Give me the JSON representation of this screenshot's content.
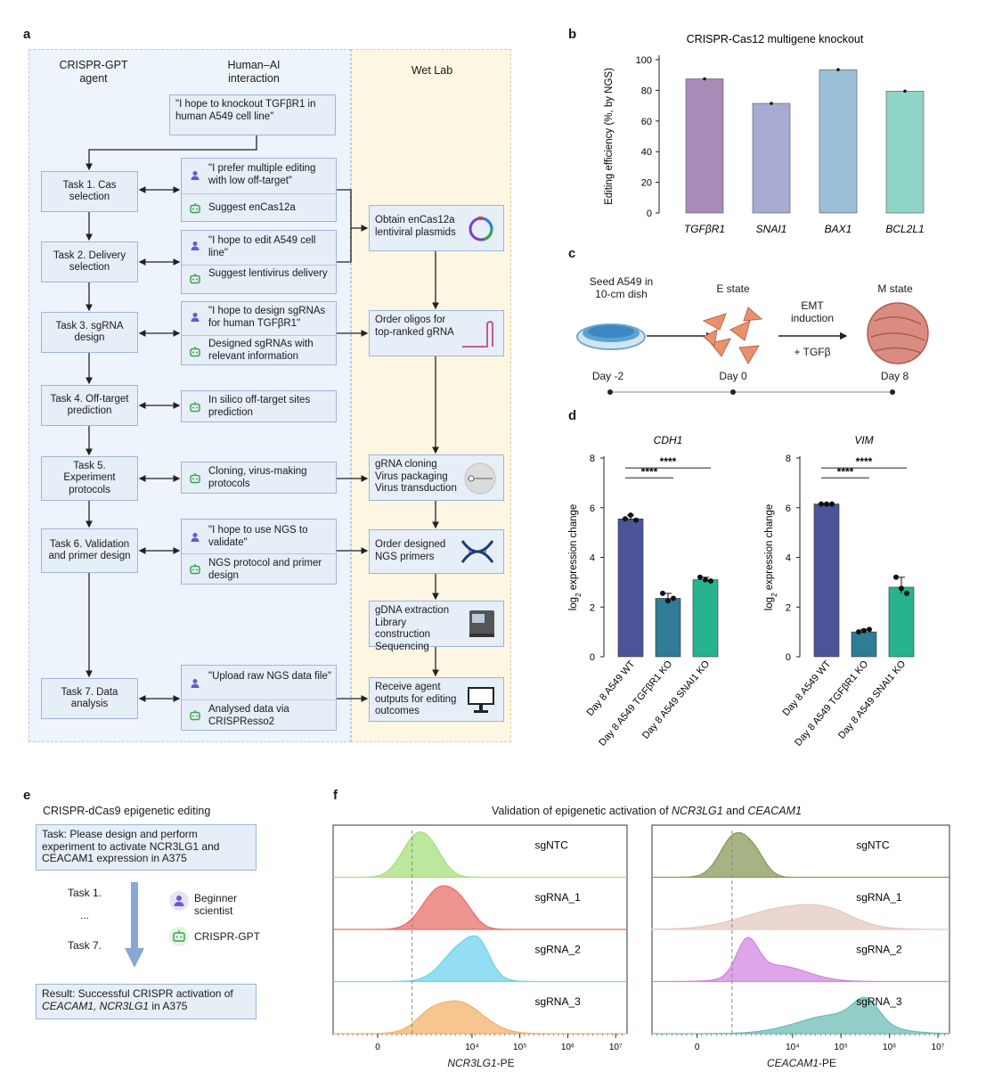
{
  "panels": {
    "a": "a",
    "b": "b",
    "c": "c",
    "d": "d",
    "e": "e",
    "f": "f"
  },
  "panel_a": {
    "col_agent": "CRISPR-GPT agent",
    "col_human": "Human–AI interaction",
    "col_wetlab": "Wet Lab",
    "request": "\"I hope to knockout TGFβR1 in human A549 cell line\"",
    "tasks": [
      {
        "label": "Task 1. Cas selection"
      },
      {
        "label": "Task 2. Delivery selection"
      },
      {
        "label": "Task 3. sgRNA design"
      },
      {
        "label": "Task 4. Off-target prediction"
      },
      {
        "label": "Task 5. Experiment protocols"
      },
      {
        "label": "Task 6. Validation and primer design"
      },
      {
        "label": "Task 7. Data analysis"
      }
    ],
    "interactions": [
      {
        "user": "\"I prefer multiple editing with low off-target\"",
        "agent": "Suggest enCas12a"
      },
      {
        "user": "\"I hope to edit A549 cell line\"",
        "agent": "Suggest lentivirus delivery"
      },
      {
        "user": "\"I hope to design sgRNAs for human TGFβR1\"",
        "agent": "Designed sgRNAs with relevant information"
      },
      {
        "user": "",
        "agent": "In silico off-target sites prediction"
      },
      {
        "user": "",
        "agent": "Cloning, virus-making protocols"
      },
      {
        "user": "\"I hope to use NGS to validate\"",
        "agent": "NGS protocol and primer design"
      },
      {
        "user": "\"Upload raw NGS data file\"",
        "agent": "Analysed data via CRISPResso2"
      }
    ],
    "wetlab": [
      {
        "label": "Obtain enCas12a lentiviral plasmids",
        "icon": "plasmid-icon"
      },
      {
        "label": "Order oligos for top-ranked gRNA",
        "icon": "grna-icon"
      },
      {
        "label": "gRNA cloning Virus packaging Virus transduction",
        "icon": "virus-icon"
      },
      {
        "label": "Order designed NGS primers",
        "icon": "dna-icon"
      },
      {
        "label": "gDNA extraction Library construction Sequencing",
        "icon": "sequencer-icon"
      },
      {
        "label": "Receive agent outputs for editing outcomes",
        "icon": "monitor-icon"
      }
    ],
    "colors": {
      "agent_bg": "#eef4fb",
      "wetlab_bg": "#fdf6e3",
      "box": "#e6eef8",
      "box_border": "#9fb5d6",
      "user_icon": "#6a5acd",
      "bot_icon": "#3aa34a"
    }
  },
  "chart_data": [
    {
      "panel": "b",
      "type": "bar",
      "title": "CRISPR-Cas12 multigene knockout",
      "xlabel": "",
      "ylabel": "Editing efficiency (%, by NGS)",
      "categories": [
        "TGFβR1",
        "SNAI1",
        "BAX1",
        "BCL2L1"
      ],
      "values": [
        87.5,
        71.5,
        93.5,
        79.5
      ],
      "colors": [
        "#a98bb8",
        "#a7abd3",
        "#9bbfd6",
        "#8fd4c6"
      ],
      "ylim": [
        0,
        100
      ],
      "yticks": [
        0,
        20,
        40,
        60,
        80,
        100
      ]
    },
    {
      "panel": "d-left",
      "type": "bar",
      "title": "CDH1",
      "xlabel": "",
      "ylabel": "log2 expression change",
      "categories": [
        "Day 8 A549 WT",
        "Day 8 A549 TGFβR1 KO",
        "Day 8 A549 SNAI1 KO"
      ],
      "values": [
        5.55,
        2.35,
        3.1
      ],
      "points": [
        [
          5.55,
          5.7,
          5.5
        ],
        [
          2.55,
          2.25,
          2.35
        ],
        [
          3.2,
          3.1,
          3.05
        ]
      ],
      "significance": [
        {
          "from": 0,
          "to": 1,
          "label": "****"
        },
        {
          "from": 0,
          "to": 2,
          "label": "****"
        }
      ],
      "colors": [
        "#4b5499",
        "#2e7c96",
        "#26b38e"
      ],
      "ylim": [
        0,
        8
      ],
      "yticks": [
        0,
        2,
        4,
        6,
        8
      ]
    },
    {
      "panel": "d-right",
      "type": "bar",
      "title": "VIM",
      "xlabel": "",
      "ylabel": "log2 expression change",
      "categories": [
        "Day 8 A549 WT",
        "Day 8 A549 TGFβR1 KO",
        "Day 8 A549 SNAI1 KO"
      ],
      "values": [
        6.15,
        1.0,
        2.8
      ],
      "points": [
        [
          6.15,
          6.15,
          6.15
        ],
        [
          1.0,
          1.05,
          1.1
        ],
        [
          3.2,
          2.75,
          2.55
        ]
      ],
      "significance": [
        {
          "from": 0,
          "to": 1,
          "label": "****"
        },
        {
          "from": 0,
          "to": 2,
          "label": "****"
        }
      ],
      "colors": [
        "#4b5499",
        "#2e7c96",
        "#26b38e"
      ],
      "ylim": [
        0,
        8
      ],
      "yticks": [
        0,
        2,
        4,
        6,
        8
      ]
    },
    {
      "panel": "f-left",
      "type": "area",
      "title": "Validation of epigenetic activation of NCR3LG1 and CEACAM1",
      "xlabel": "NCR3LG1-PE",
      "ylabel": "",
      "xticks": [
        "0",
        "10⁴",
        "10⁵",
        "10⁶",
        "10⁷"
      ],
      "series": [
        {
          "name": "sgNTC",
          "color": "#a6e07c"
        },
        {
          "name": "sgRNA_1",
          "color": "#e8706a"
        },
        {
          "name": "sgRNA_2",
          "color": "#6fd3ee"
        },
        {
          "name": "sgRNA_3",
          "color": "#f3b16b"
        }
      ]
    },
    {
      "panel": "f-right",
      "type": "area",
      "title": "",
      "xlabel": "CEACAM1-PE",
      "ylabel": "",
      "xticks": [
        "0",
        "10⁴",
        "10⁵",
        "10⁶",
        "10⁷"
      ],
      "series": [
        {
          "name": "sgNTC",
          "color": "#8a9a5b"
        },
        {
          "name": "sgRNA_1",
          "color": "#e3c9c2"
        },
        {
          "name": "sgRNA_2",
          "color": "#d387e0"
        },
        {
          "name": "sgRNA_3",
          "color": "#6dbdb6"
        }
      ]
    }
  ],
  "panel_c": {
    "seed": "Seed A549 in 10-cm dish",
    "e_state": "E state",
    "m_state": "M state",
    "emt": "EMT induction",
    "tgfb": "+ TGFβ",
    "days": [
      "Day -2",
      "Day 0",
      "Day 8"
    ]
  },
  "panel_e": {
    "title": "CRISPR-dCas9 epigenetic editing",
    "task": "Task: Please design and perform experiment to activate NCR3LG1 and CEACAM1 expression in A375",
    "task1": "Task 1.",
    "dots": "...",
    "task7": "Task 7.",
    "beginner": "Beginner scientist",
    "gpt": "CRISPR-GPT",
    "result_prefix": "Result: Successful CRISPR activation of ",
    "result_genes": "CEACAM1, NCR3LG1",
    "result_suffix": " in A375"
  },
  "panel_f": {
    "title_prefix": "Validation of epigenetic activation of ",
    "gene1": "NCR3LG1",
    "and": " and ",
    "gene2": "CEACAM1",
    "xlabel_left_gene": "NCR3LG1",
    "xlabel_right_gene": "CEACAM1",
    "xlabel_suffix": "-PE"
  }
}
